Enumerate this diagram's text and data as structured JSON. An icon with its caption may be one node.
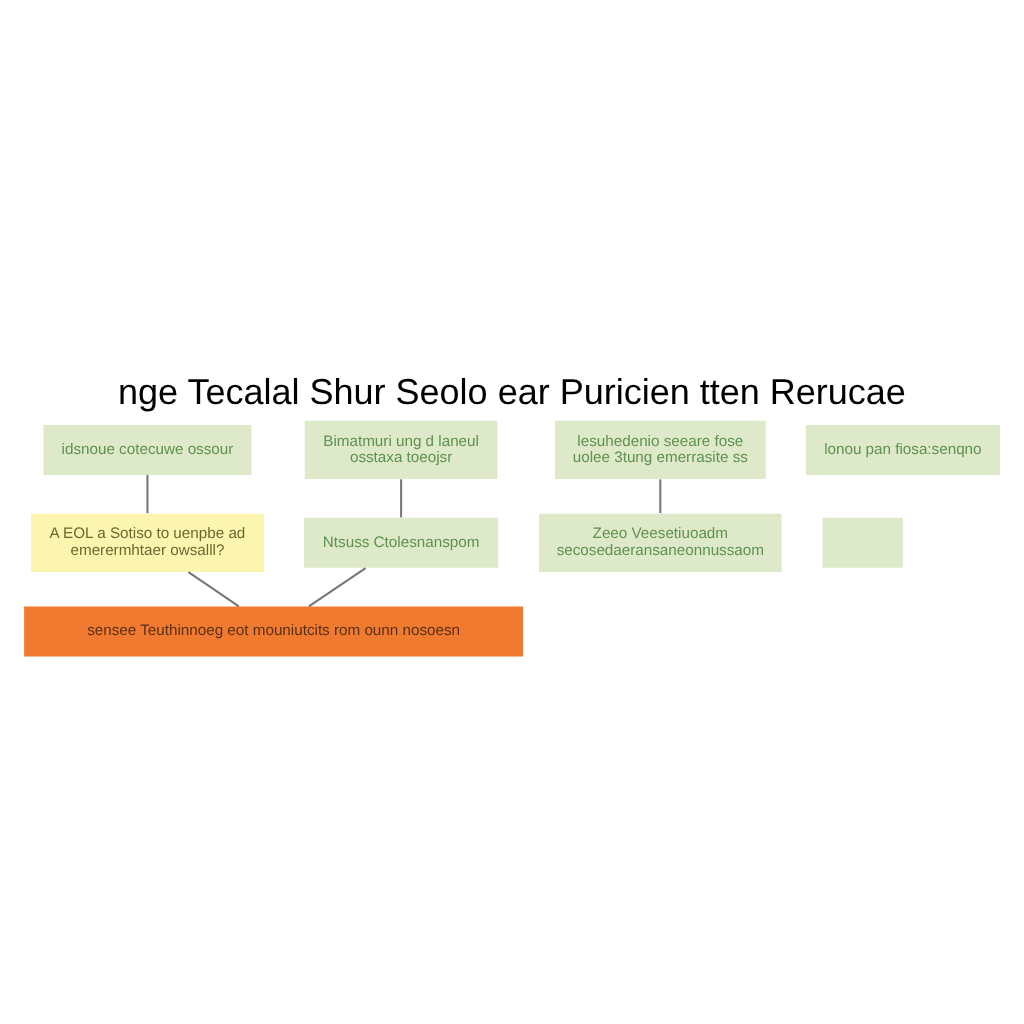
{
  "diagram": {
    "title": "nge Tecalal Shur Seolo ear Puricien tten Rerucae",
    "nodes": [
      {
        "text": [
          "idsnoue cotecuwe ossour"
        ]
      },
      {
        "text": [
          "lesuhedenio seeare fose uolee 3tung emerrasite ss"
        ]
      },
      {
        "text": [
          "lonou pan fiosa:senqno"
        ]
      },
      {
        "text": [
          "Bimatmuri ung d laneul osstaxa toeojsr"
        ]
      },
      {
        "text": [
          "A EOL a Sotiso to uenpbe ad emerermhtaer owsalll?"
        ]
      },
      {
        "text": [],
        "shape": "box"
      },
      {
        "text": [
          "Ntsuss Ctolesnanspom"
        ]
      },
      {
        "text": [
          "Zeeo Veesetiuoadm secosedaeransaneonnussaom"
        ]
      },
      {
        "text": [
          "sensee Teuthinnoeg eot mouniutcits rom ounn nosoesn"
        ]
      }
    ],
    "edges": [
      {
        "from": 0,
        "to": 4,
        "arrow": "none"
      },
      {
        "from": 4,
        "to": 8,
        "arrow": "none"
      },
      {
        "from": 1,
        "to": 7,
        "arrow": "none"
      },
      {
        "from": 3,
        "to": 6,
        "arrow": "none"
      },
      {
        "from": 6,
        "to": 8,
        "arrow": "none"
      }
    ]
  }
}
